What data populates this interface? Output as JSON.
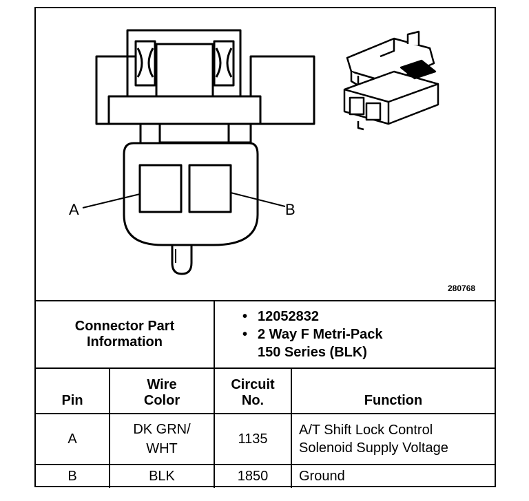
{
  "figure_id": "280768",
  "pin_labels": {
    "a": "A",
    "b": "B"
  },
  "connector_info": {
    "label_line1": "Connector Part",
    "label_line2": "Information",
    "part_number": "12052832",
    "description_line1": "2 Way F Metri-Pack",
    "description_line2": "150 Series (BLK)"
  },
  "table": {
    "headers": {
      "pin": "Pin",
      "wire_color_line1": "Wire",
      "wire_color_line2": "Color",
      "circuit_line1": "Circuit",
      "circuit_line2": "No.",
      "function": "Function"
    },
    "rows": [
      {
        "pin": "A",
        "wire_line1": "DK GRN/",
        "wire_line2": "WHT",
        "circuit": "1135",
        "function_line1": "A/T Shift Lock Control",
        "function_line2": "Solenoid Supply Voltage"
      },
      {
        "pin": "B",
        "wire": "BLK",
        "circuit": "1850",
        "function": "Ground"
      }
    ]
  }
}
